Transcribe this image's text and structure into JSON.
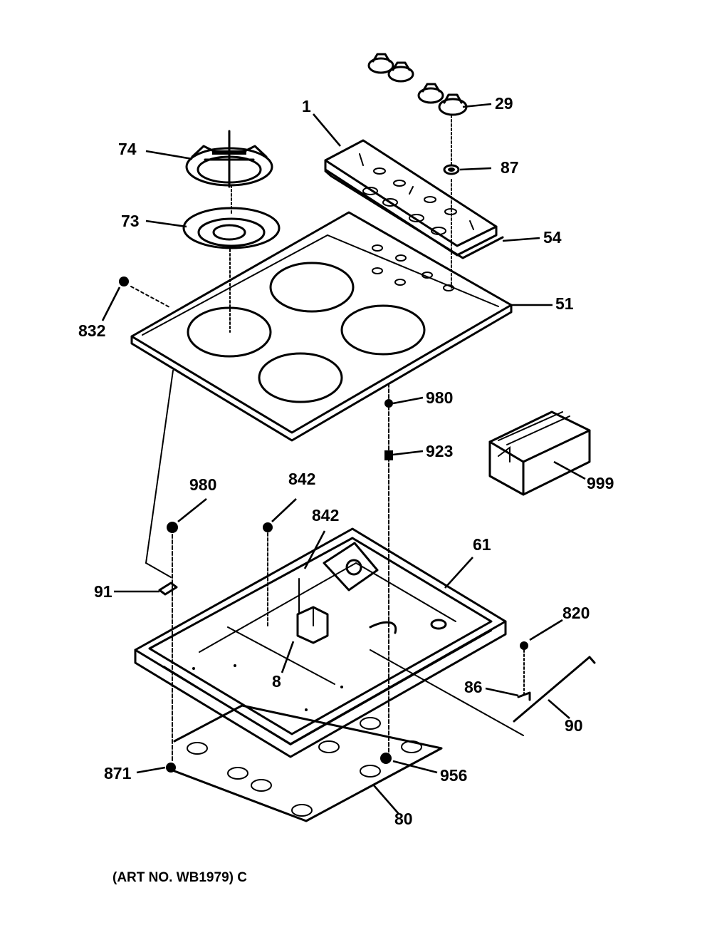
{
  "diagram": {
    "callouts": [
      {
        "id": "1",
        "text": "1"
      },
      {
        "id": "29",
        "text": "29"
      },
      {
        "id": "74",
        "text": "74"
      },
      {
        "id": "87",
        "text": "87"
      },
      {
        "id": "73",
        "text": "73"
      },
      {
        "id": "54",
        "text": "54"
      },
      {
        "id": "51",
        "text": "51"
      },
      {
        "id": "832",
        "text": "832"
      },
      {
        "id": "980a",
        "text": "980"
      },
      {
        "id": "923",
        "text": "923"
      },
      {
        "id": "999",
        "text": "999"
      },
      {
        "id": "980b",
        "text": "980"
      },
      {
        "id": "842a",
        "text": "842"
      },
      {
        "id": "842b",
        "text": "842"
      },
      {
        "id": "61",
        "text": "61"
      },
      {
        "id": "91",
        "text": "91"
      },
      {
        "id": "820",
        "text": "820"
      },
      {
        "id": "8",
        "text": "8"
      },
      {
        "id": "86",
        "text": "86"
      },
      {
        "id": "90",
        "text": "90"
      },
      {
        "id": "871",
        "text": "871"
      },
      {
        "id": "956",
        "text": "956"
      },
      {
        "id": "80",
        "text": "80"
      }
    ],
    "art_number": "(ART NO. WB1979) C"
  }
}
